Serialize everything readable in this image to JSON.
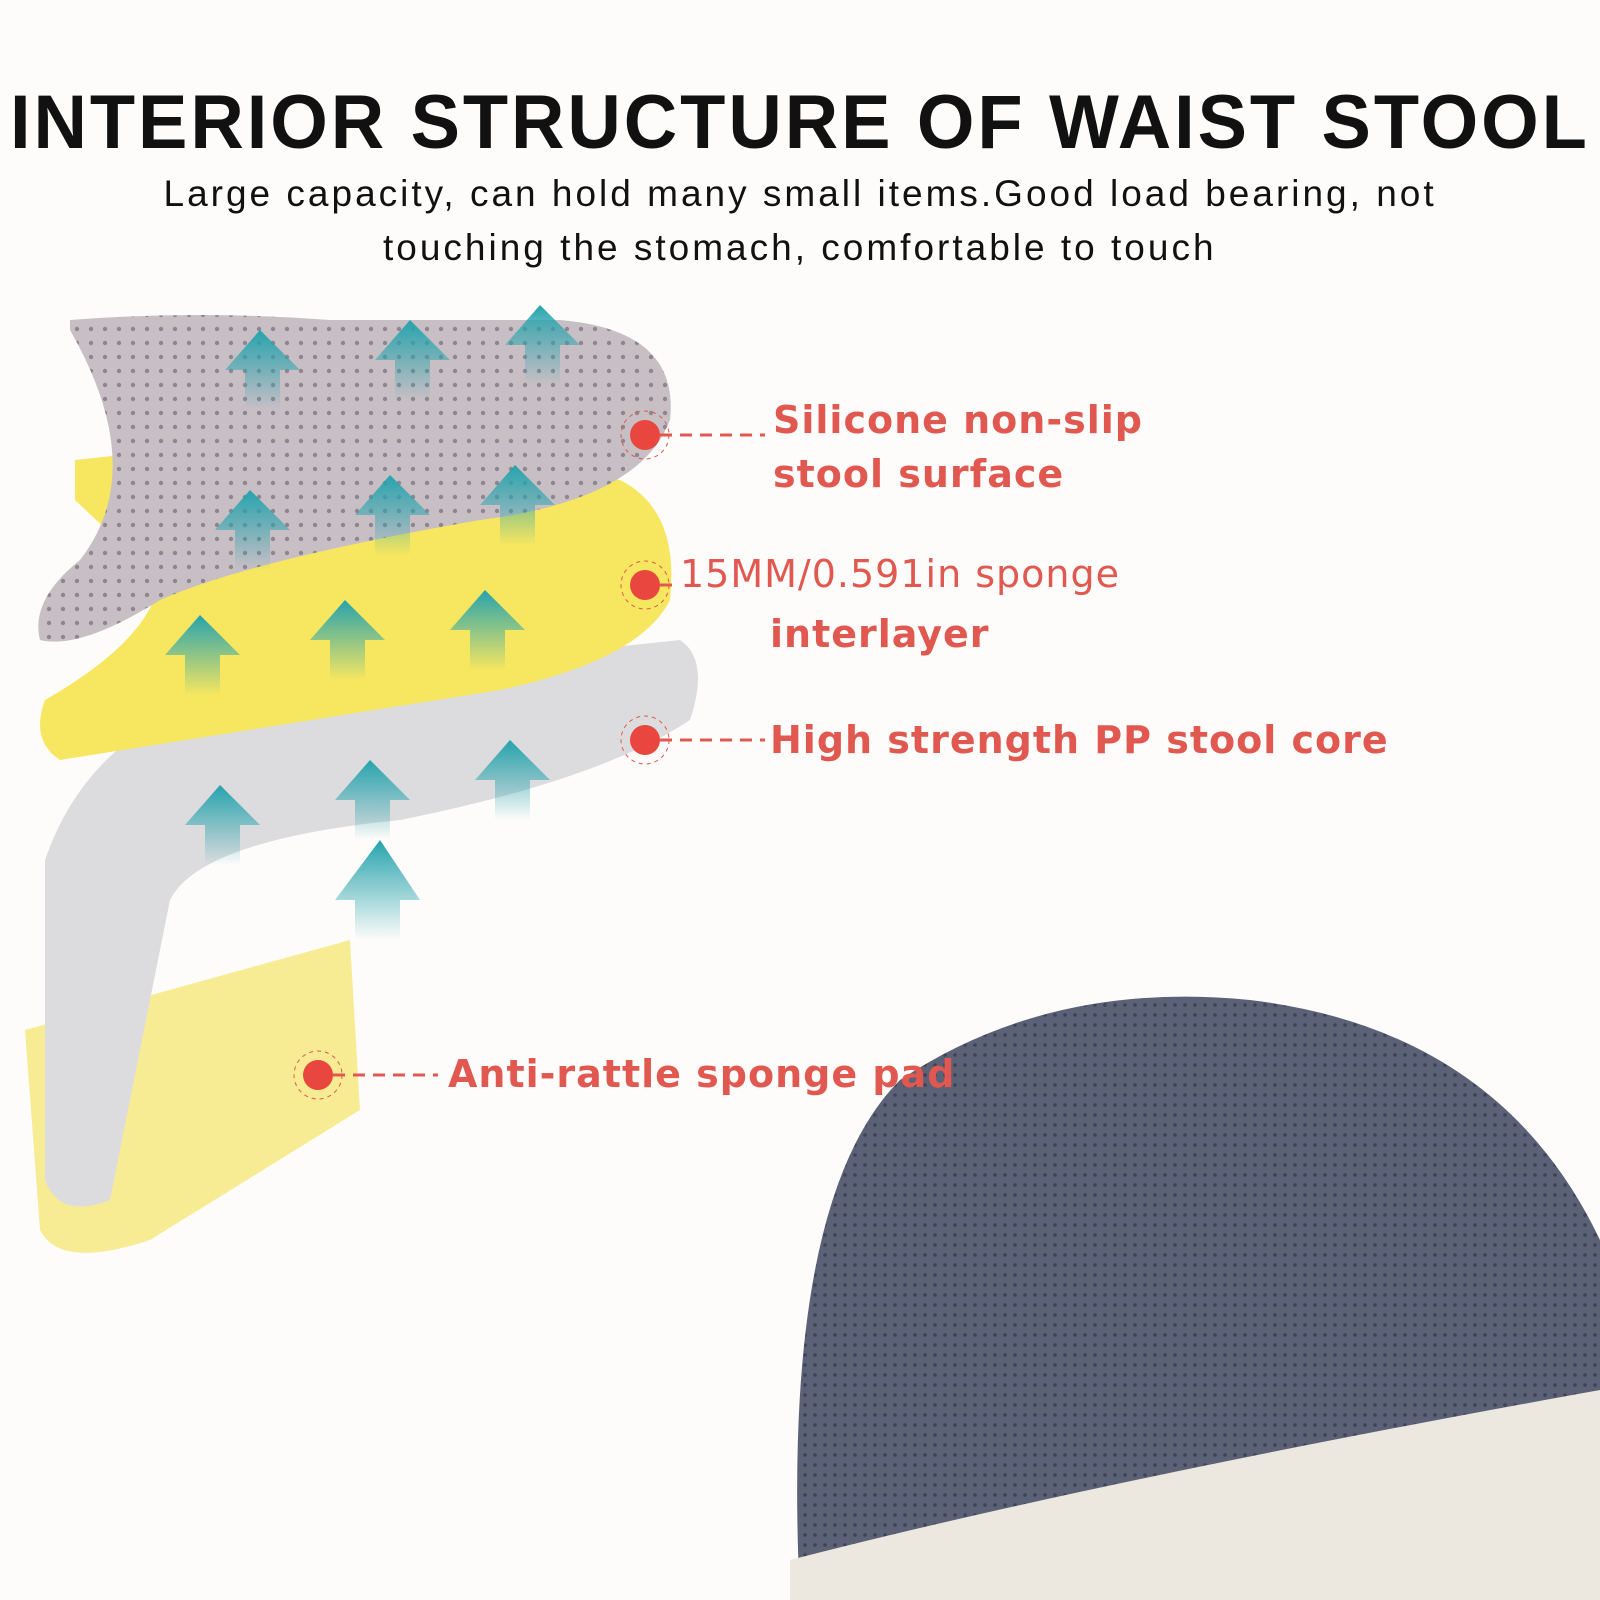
{
  "header": {
    "title": "INTERIOR STRUCTURE OF WAIST STOOL",
    "subtitle_line1": "Large capacity, can hold many small items.Good load bearing, not",
    "subtitle_line2": "touching the stomach, comfortable to touch"
  },
  "callouts": [
    {
      "line1": "Silicone non-slip",
      "line2": "stool surface"
    },
    {
      "line1": "15MM/0.591in sponge",
      "line2": "interlayer"
    },
    {
      "line1": "High strength PP stool core"
    },
    {
      "line1": "Anti-rattle sponge pad"
    }
  ],
  "colors": {
    "callout_red": "#e0584f",
    "surface_grey": "#c9c1c6",
    "sponge_yellow": "#f5e86a",
    "core_grey": "#d9d9db",
    "arrow_teal": "#2aa7b0",
    "fabric_navy": "#5a6074"
  }
}
